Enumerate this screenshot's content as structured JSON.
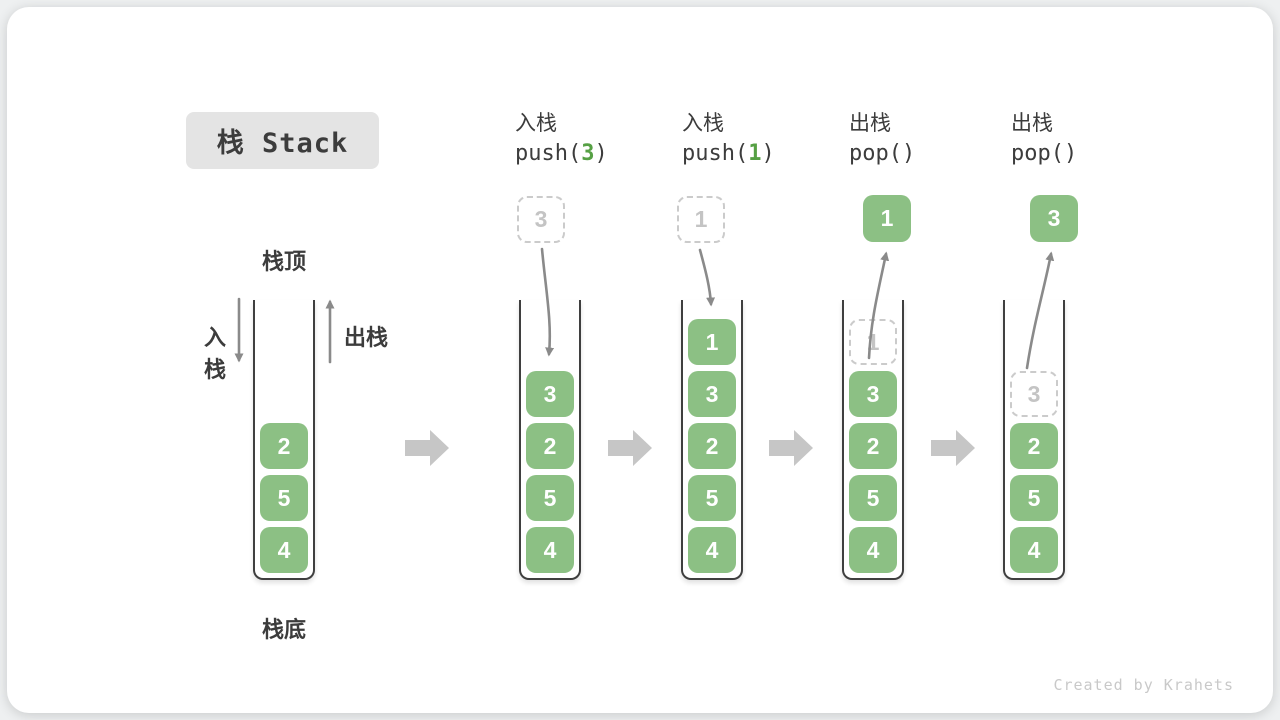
{
  "colors": {
    "box_green": "#8CC084",
    "code_green": "#56A044",
    "arrow_gray": "#8A8A8A",
    "block_arrow_gray": "#C6C6C6",
    "text_dark": "#3C3C3C",
    "ghost_gray": "#C4C4C4"
  },
  "title": {
    "label": "栈 Stack"
  },
  "legend": {
    "stack_top": "栈顶",
    "stack_bottom": "栈底",
    "push": "入栈",
    "pop": "出栈"
  },
  "operations": [
    {
      "name": "入栈",
      "code_pre": "push(",
      "arg": "3",
      "code_post": ")"
    },
    {
      "name": "入栈",
      "code_pre": "push(",
      "arg": "1",
      "code_post": ")"
    },
    {
      "name": "出栈",
      "code_pre": "pop()",
      "arg": "",
      "code_post": ""
    },
    {
      "name": "出栈",
      "code_pre": "pop()",
      "arg": "",
      "code_post": ""
    }
  ],
  "floats": [
    {
      "value": "3",
      "style": "dashed"
    },
    {
      "value": "1",
      "style": "dashed"
    },
    {
      "value": "1",
      "style": "solid"
    },
    {
      "value": "3",
      "style": "solid"
    }
  ],
  "stacks": [
    {
      "items": [
        "2",
        "5",
        "4"
      ]
    },
    {
      "items": [
        "3",
        "2",
        "5",
        "4"
      ]
    },
    {
      "items": [
        "1",
        "3",
        "2",
        "5",
        "4"
      ]
    },
    {
      "ghost": "1",
      "items": [
        "3",
        "2",
        "5",
        "4"
      ]
    },
    {
      "ghost": "3",
      "items": [
        "2",
        "5",
        "4"
      ]
    }
  ],
  "footer": {
    "credit": "Created by Krahets"
  }
}
